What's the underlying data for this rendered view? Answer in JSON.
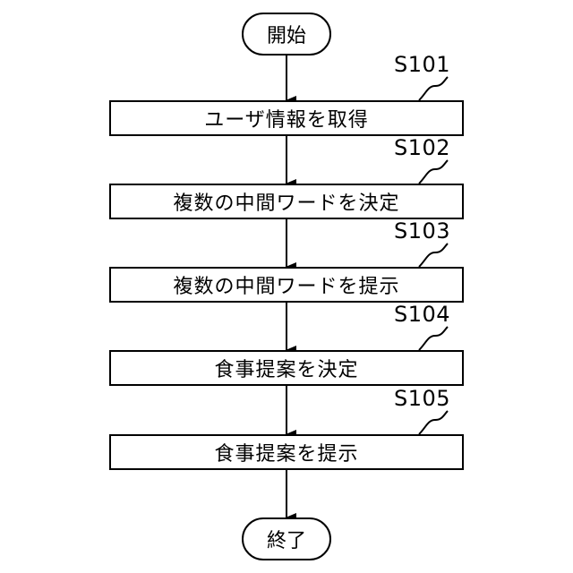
{
  "start": "開始",
  "end": "終了",
  "steps": [
    {
      "id": "S101",
      "text": "ユーザ情報を取得"
    },
    {
      "id": "S102",
      "text": "複数の中間ワードを決定"
    },
    {
      "id": "S103",
      "text": "複数の中間ワードを提示"
    },
    {
      "id": "S104",
      "text": "食事提案を決定"
    },
    {
      "id": "S105",
      "text": "食事提案を提示"
    }
  ]
}
